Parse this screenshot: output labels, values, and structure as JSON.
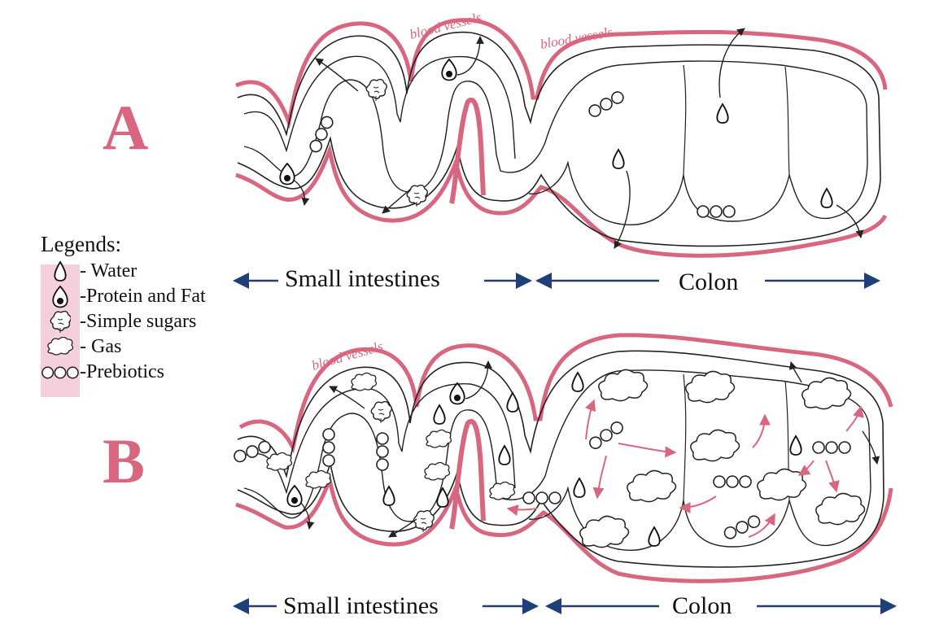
{
  "panels": {
    "a": {
      "letter": "A"
    },
    "b": {
      "letter": "B"
    }
  },
  "blood_vessels_label": "blood vessels",
  "legend": {
    "title": "Legends:",
    "items": [
      {
        "icon": "water-drop-icon",
        "label": "- Water"
      },
      {
        "icon": "protein-fat-icon",
        "label": "-Protein and Fat"
      },
      {
        "icon": "simple-sugar-icon",
        "label": "-Simple sugars"
      },
      {
        "icon": "gas-cloud-icon",
        "label": "- Gas"
      },
      {
        "icon": "prebiotics-icon",
        "label": "-Prebiotics"
      }
    ]
  },
  "regions": {
    "small_intestines": "Small intestines",
    "colon": "Colon"
  },
  "colors": {
    "vessel_pink": "#d9667f",
    "legend_band": "#f5cfd9",
    "arrow_blue": "#1f3f7a",
    "outline": "#222222"
  }
}
